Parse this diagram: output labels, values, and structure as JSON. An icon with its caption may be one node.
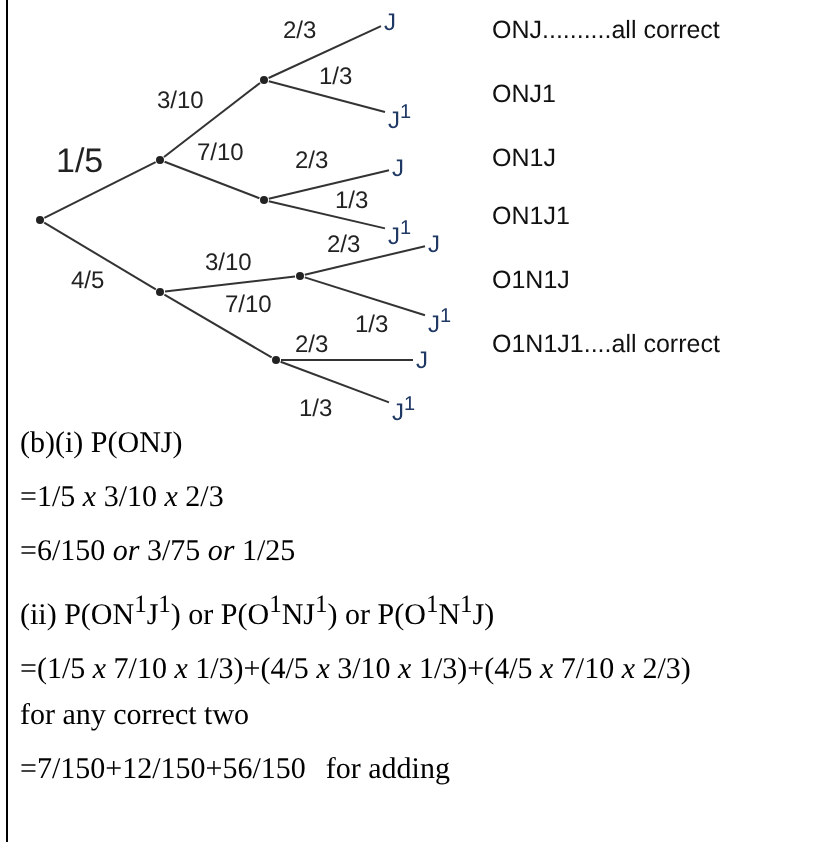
{
  "diagram": {
    "nodes": [
      {
        "text": [],
        "shape": "point"
      },
      {
        "text": [],
        "shape": "point"
      },
      {
        "text": [],
        "shape": "point"
      },
      {
        "text": [],
        "shape": "point"
      },
      {
        "text": [],
        "shape": "point"
      },
      {
        "text": [],
        "shape": "point"
      },
      {
        "text": [],
        "shape": "point"
      },
      {
        "text": [
          "J"
        ]
      },
      {
        "text": [
          "J$^{1}$"
        ]
      },
      {
        "text": [
          "J"
        ]
      },
      {
        "text": [
          "J$^{1}$"
        ]
      },
      {
        "text": [
          "J"
        ]
      },
      {
        "text": [
          "J$^{1}$"
        ]
      },
      {
        "text": [
          "J"
        ]
      },
      {
        "text": [
          "J$^{1}$"
        ]
      }
    ],
    "edges": [
      {
        "from": 0,
        "to": 1,
        "arrow": "none",
        "label": "1/5"
      },
      {
        "from": 0,
        "to": 2,
        "arrow": "none",
        "label": "4/5"
      },
      {
        "from": 1,
        "to": 3,
        "arrow": "none",
        "label": "3/10"
      },
      {
        "from": 1,
        "to": 4,
        "arrow": "none",
        "label": "7/10"
      },
      {
        "from": 2,
        "to": 5,
        "arrow": "none",
        "label": "3/10"
      },
      {
        "from": 2,
        "to": 6,
        "arrow": "none",
        "label": "7/10"
      },
      {
        "from": 3,
        "to": 7,
        "arrow": "none",
        "label": "2/3"
      },
      {
        "from": 3,
        "to": 8,
        "arrow": "none",
        "label": "1/3"
      },
      {
        "from": 4,
        "to": 9,
        "arrow": "none",
        "label": "2/3"
      },
      {
        "from": 4,
        "to": 10,
        "arrow": "none",
        "label": "1/3"
      },
      {
        "from": 5,
        "to": 11,
        "arrow": "none",
        "label": "2/3"
      },
      {
        "from": 5,
        "to": 12,
        "arrow": "none",
        "label": "1/3"
      },
      {
        "from": 6,
        "to": 13,
        "arrow": "none",
        "label": "2/3"
      },
      {
        "from": 6,
        "to": 14,
        "arrow": "none",
        "label": "1/3"
      }
    ],
    "labels": [
      "ONJ..........all correct",
      "ONJ1",
      "ON1J",
      "ON1J1",
      "O1N1J",
      "O1N1J1....all correct",
      "(b)(i) P(ONJ)",
      "=1/5 *x* 3/10 *x* 2/3",
      "=6/150 *or* 3/75 *or* 1/25",
      "(ii) P(ON$^{1}$J$^{1}$) or P(O$^{1}$NJ$^{1}$) or P(O$^{1}$N$^{1}$J)",
      "=(1/5 *x* 7/10 *x* 1/3)+(4/5 *x* 3/10 *x* 1/3)+(4/5 *x* 7/10 *x* 2/3)",
      "for any correct two",
      "=7/150+12/150+56/150",
      "for adding"
    ]
  }
}
